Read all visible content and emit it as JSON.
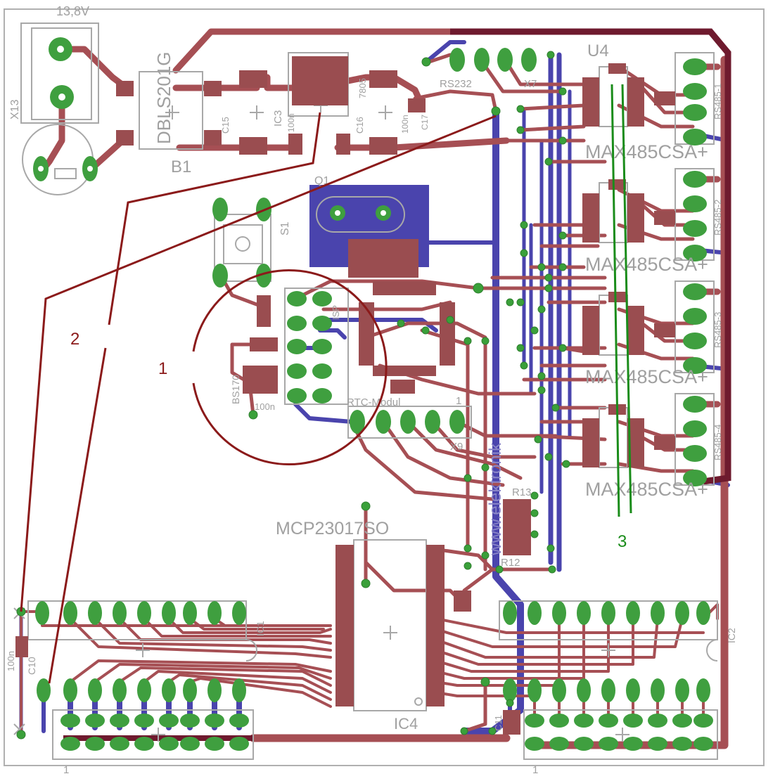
{
  "labels": {
    "voltage": "13,8V",
    "x13": "X13",
    "bridge": "DBLS201G",
    "b1": "B1",
    "c15": "C15",
    "ic3": "IC3",
    "c16": "C16",
    "c17": "C17",
    "c7805": "7805",
    "c100n_a": "100n",
    "c100n_b": "100n",
    "rs232": "RS232",
    "x7": "X7",
    "q1": "Q1",
    "s1": "S1",
    "ic_top": "ISP",
    "bs": "BS170",
    "c100n_c": "100n",
    "rtc": "RTC-Modul",
    "x9": "X9",
    "pin1": "1",
    "mcp": "MCP23017SO",
    "ic4": "IC4",
    "r13": "R13",
    "r12": "R12",
    "c10": "C10",
    "c10val": "100n",
    "c11": "C11",
    "ic1": "IC1",
    "ic2": "IC2",
    "hdr1": "1",
    "hdr2": "1",
    "u4": "U4",
    "max1": "MAX485CSA+",
    "max2": "MAX485CSA+",
    "max3": "MAX485CSA+",
    "max4": "MAX485CSA+",
    "rs1": "RS485-1",
    "rs2": "RS485-2",
    "rs3": "RS485-3",
    "rs4": "RS485-4",
    "watermark": "www.elektronik"
  },
  "annotations": {
    "a1": "1",
    "a2": "2",
    "a3": "3"
  },
  "colors": {
    "top_copper": "#a64f54",
    "bottom_copper": "#4a44ad",
    "via": "#3aa03a",
    "silkscreen": "#a8a8a8",
    "annotation_red": "#8b1a1a",
    "annotation_green": "#1a8c1a",
    "gnd_trace": "#6e1a2e"
  }
}
